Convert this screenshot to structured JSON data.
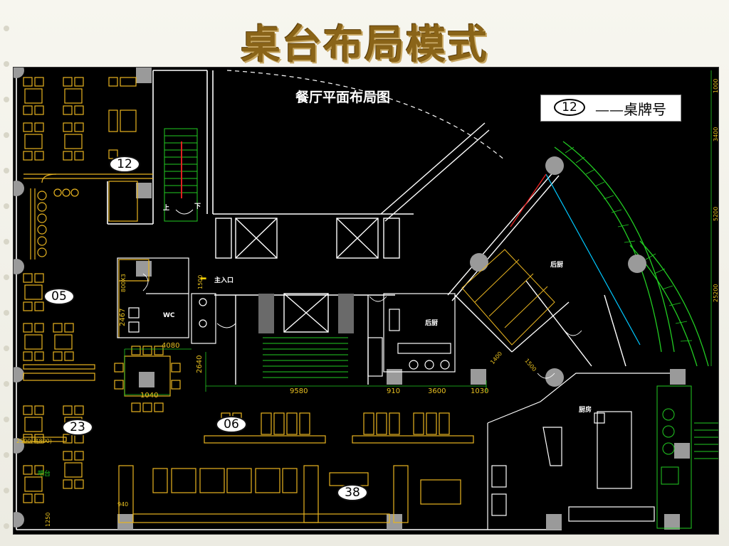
{
  "slide": {
    "title": "桌台布局模式"
  },
  "plan": {
    "title": "餐厅平面布局图",
    "legend": {
      "badge": "12",
      "text": "——桌牌号"
    },
    "table_badges": [
      "12",
      "05",
      "23",
      "06",
      "38"
    ],
    "room_labels": {
      "entrance": "主入口",
      "wc": "WC",
      "back_kitchen_1": "后厨",
      "back_kitchen_2": "后厨",
      "kitchen": "厨房",
      "stair_up": "上",
      "stair_down": "下",
      "bar": "吧台"
    },
    "dimensions": {
      "d1500": "1500",
      "d800": "800X3",
      "d2467": "2467",
      "d4080": "4080",
      "d2640": "2640",
      "d1040": "1040",
      "d9580": "9580",
      "d910": "910",
      "d3600": "3600",
      "d1030": "1030",
      "d1400": "1400",
      "d1500b": "1500",
      "d940": "940",
      "d1250": "1250",
      "r1000": "1000",
      "r3400": "3400",
      "r5200": "5200",
      "r5200b": "25200",
      "l2500": "2500(高800)"
    },
    "colors": {
      "furniture": "#e8b420",
      "wall": "#ffffff",
      "stair": "#22cc22",
      "column": "#9a9a9a",
      "glass": "#00c8ff",
      "accent_red": "#e02020"
    }
  }
}
